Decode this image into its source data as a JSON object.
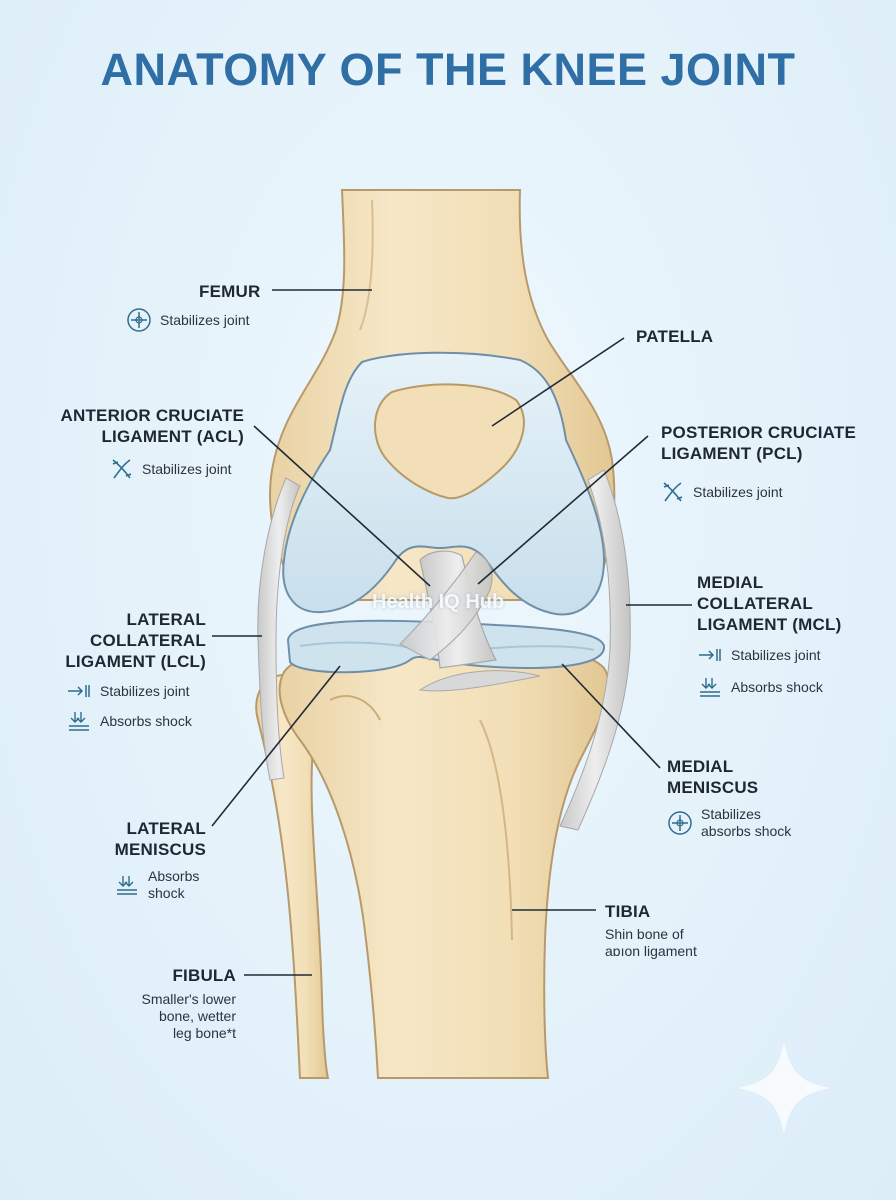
{
  "title": "ANATOMY OF THE KNEE JOINT",
  "watermark": "Health IQ Hub",
  "colors": {
    "title": "#2f6fa6",
    "bone": "#f1dfb8",
    "bone_outline": "#b89a6a",
    "cartilage": "#d7e8f2",
    "ligament": "#d6d6d6",
    "icon": "#2f6d8f"
  },
  "labels": {
    "femur": {
      "name": "FEMUR",
      "icon": "cross-circle-icon",
      "desc": "Stabilizes joint"
    },
    "patella": {
      "name": "PATELLA"
    },
    "acl": {
      "line1": "ANTERIOR CRUCIATE",
      "line2": "LIGAMENT (ACL)",
      "icon": "ligament-cross-icon",
      "desc": "Stabilizes joint"
    },
    "pcl": {
      "line1": "POSTERIOR CRUCIATE",
      "line2": "LIGAMENT (PCL)",
      "icon": "ligament-cross-icon",
      "desc": "Stabilizes joint"
    },
    "lcl": {
      "line1": "LATERAL",
      "line2": "COLLATERAL",
      "line3": "LIGAMENT (LCL)",
      "desc1": "Stabilizes joint",
      "desc2": "Absorbs shock"
    },
    "mcl": {
      "line1": "MEDIAL",
      "line2": "COLLATERAL",
      "line3": "LIGAMENT (MCL)",
      "desc1": "Stabilizes joint",
      "desc2": "Absorbs shock"
    },
    "medial_meniscus": {
      "line1": "MEDIAL",
      "line2": "MENISCUS",
      "icon": "cross-circle-icon",
      "desc1": "Stabilizes",
      "desc2": "absorbs shock"
    },
    "lateral_meniscus": {
      "line1": "LATERAL",
      "line2": "MENISCUS",
      "icon": "shock-arrows-icon",
      "desc1": "Absorbs",
      "desc2": "shock"
    },
    "tibia": {
      "name": "TIBIA",
      "desc1": "Shin bone of",
      "desc2": "aɒıon ligament"
    },
    "fibula": {
      "name": "FIBULA",
      "desc1": "Smaller's lower",
      "desc2": "bone, wetter",
      "desc3": "leg bone*t"
    }
  }
}
